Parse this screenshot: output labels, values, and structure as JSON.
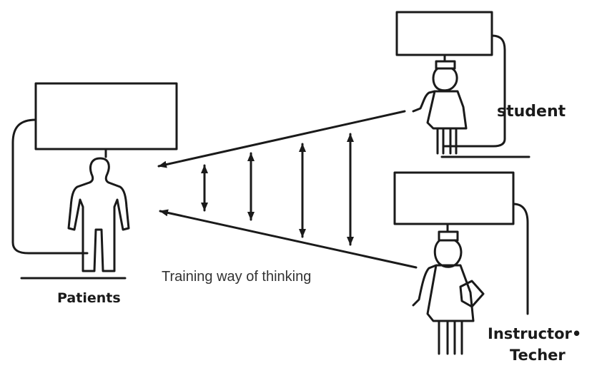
{
  "labels": {
    "student": "student",
    "patients": "Patients",
    "caption": "Training way of thinking",
    "instructor": "Instructor•",
    "teacher": "Techer"
  },
  "colors": {
    "ink": "#1a1a1a",
    "background": "#ffffff"
  }
}
